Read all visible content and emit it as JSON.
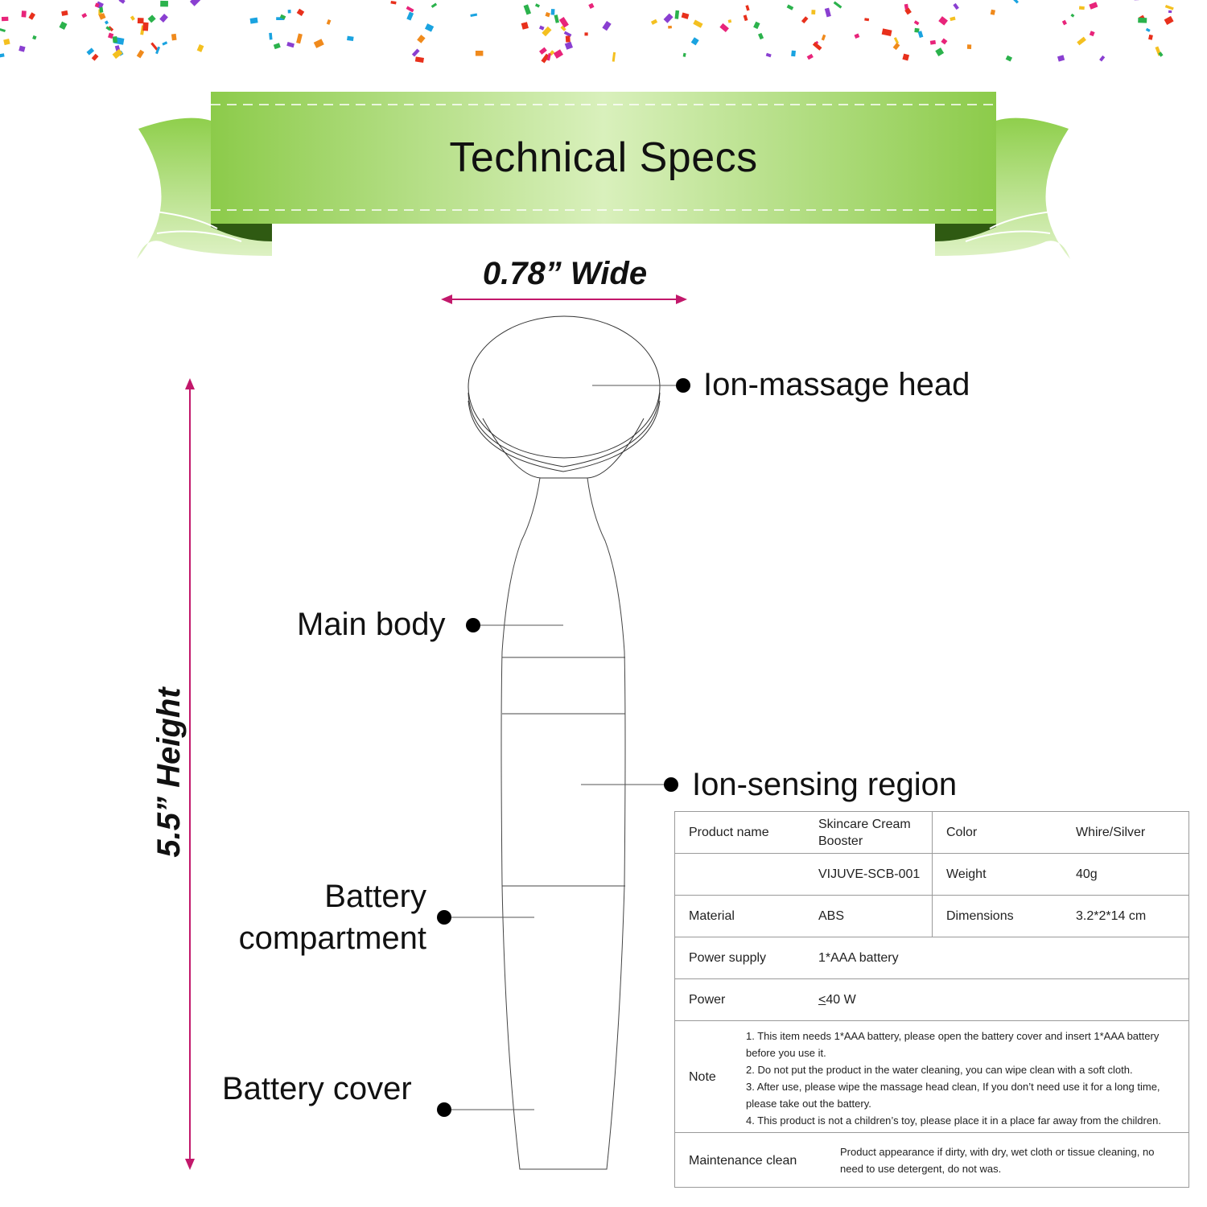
{
  "banner": {
    "title": "Technical Specs"
  },
  "dimensions": {
    "width_label": "0.78” Wide",
    "height_label": "5.5” Height"
  },
  "parts": {
    "ion_massage_head": "Ion-massage head",
    "main_body": "Main body",
    "ion_sensing_region": "Ion-sensing region",
    "battery_compartment_line1": "Battery",
    "battery_compartment_line2": "compartment",
    "battery_cover": "Battery cover"
  },
  "specs": {
    "product_name_label": "Product name",
    "product_name_value": "Skincare Cream Booster",
    "model_value": "VIJUVE-SCB-001",
    "color_label": "Color",
    "color_value": "Whire/Silver",
    "weight_label": "Weight",
    "weight_value": "40g",
    "material_label": "Material",
    "material_value": "ABS",
    "dimensions_label": "Dimensions",
    "dimensions_value": "3.2*2*14 cm",
    "power_supply_label": "Power supply",
    "power_supply_value": "1*AAA battery",
    "power_label": "Power",
    "power_value_symbol": "<",
    "power_value": "40 W",
    "note_label": "Note",
    "notes": [
      "1. This item needs 1*AAA battery, please open the battery cover and insert 1*AAA battery before you use it.",
      "2. Do not put the product in the water cleaning, you can wipe clean with a soft cloth.",
      "3. After use, please wipe the massage head clean, If you don’t need use it for a long time, please take out the battery.",
      "4. This product is not a children’s toy, please place it in a place far away from the children."
    ],
    "maintenance_label": "Maintenance clean",
    "maintenance_value": "Product appearance if dirty, with dry, wet cloth or tissue cleaning, no need to use detergent, do not was."
  },
  "colors": {
    "banner_green": "#9bd35a",
    "banner_light": "#d6efb2",
    "ribbon_dark": "#2f5a12",
    "arrow_magenta": "#c2186b"
  }
}
